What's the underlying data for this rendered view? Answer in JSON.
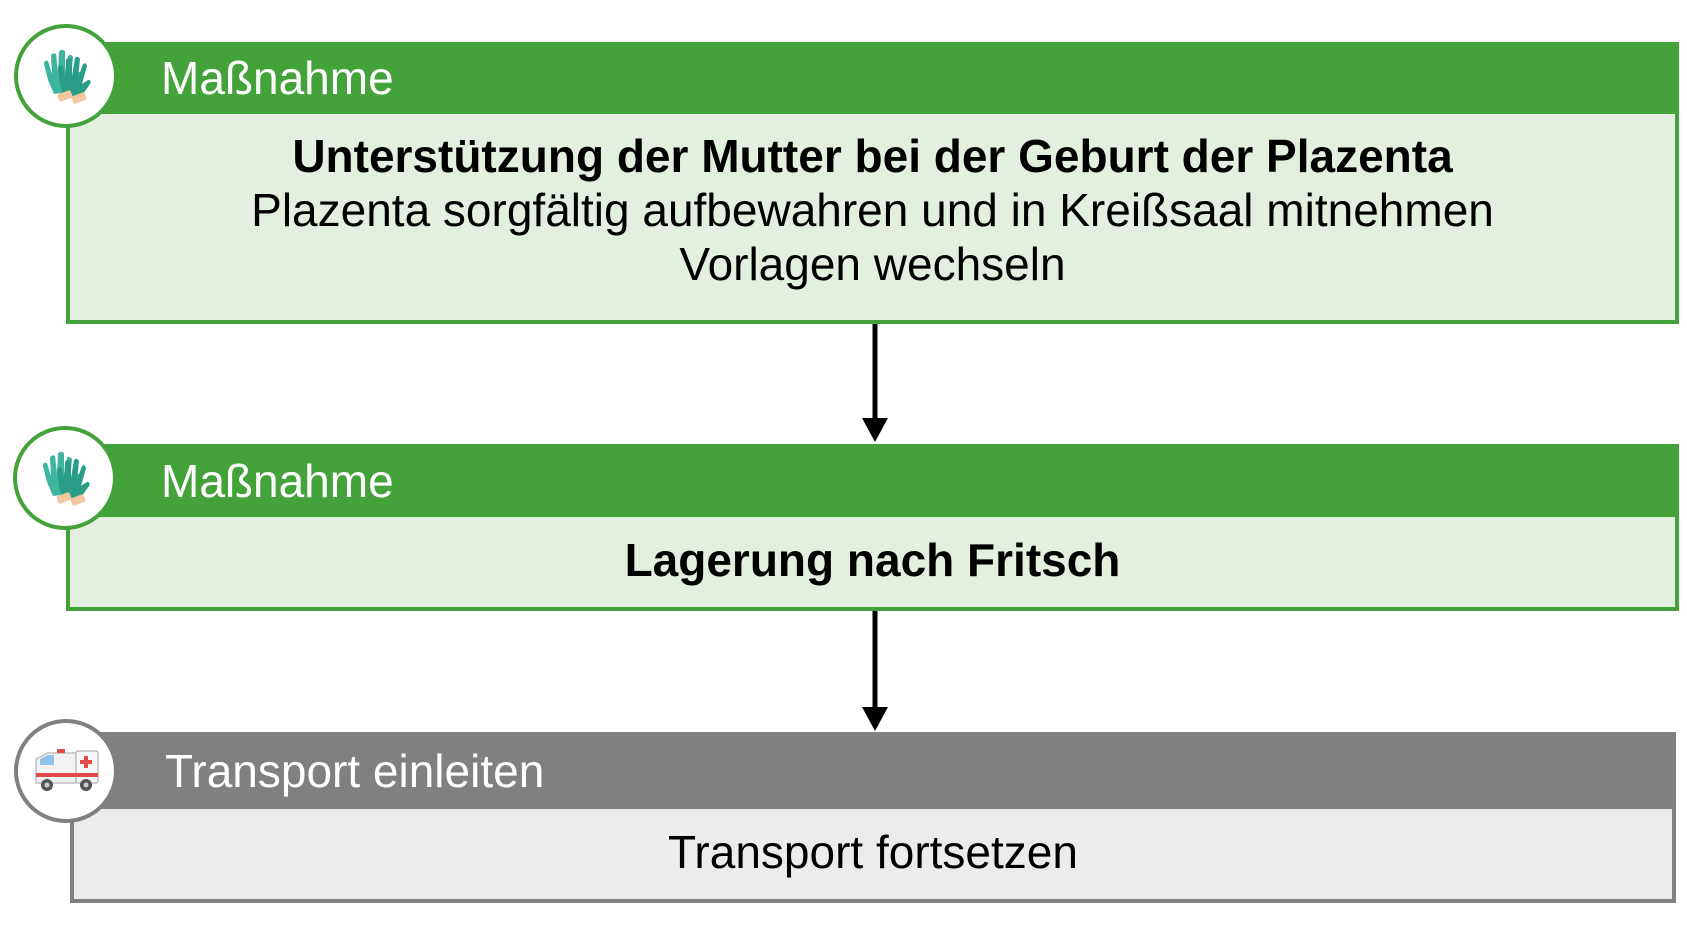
{
  "steps": [
    {
      "header": "Maßnahme",
      "icon": "gloves-icon",
      "lines": [
        "Unterstützung der Mutter bei der Geburt der Plazenta",
        "Plazenta sorgfältig aufbewahren und in Kreißsaal mitnehmen",
        "Vorlagen wechseln"
      ],
      "color": "#43a33a"
    },
    {
      "header": "Maßnahme",
      "icon": "gloves-icon",
      "lines": [
        "Lagerung nach Fritsch"
      ],
      "color": "#43a33a"
    },
    {
      "header": "Transport einleiten",
      "icon": "ambulance-icon",
      "lines": [
        "Transport fortsetzen"
      ],
      "color": "#808080"
    }
  ],
  "colors": {
    "green": "#43a33a",
    "green_light": "#e3f0e0",
    "grey": "#808080",
    "grey_light": "#ececec"
  }
}
